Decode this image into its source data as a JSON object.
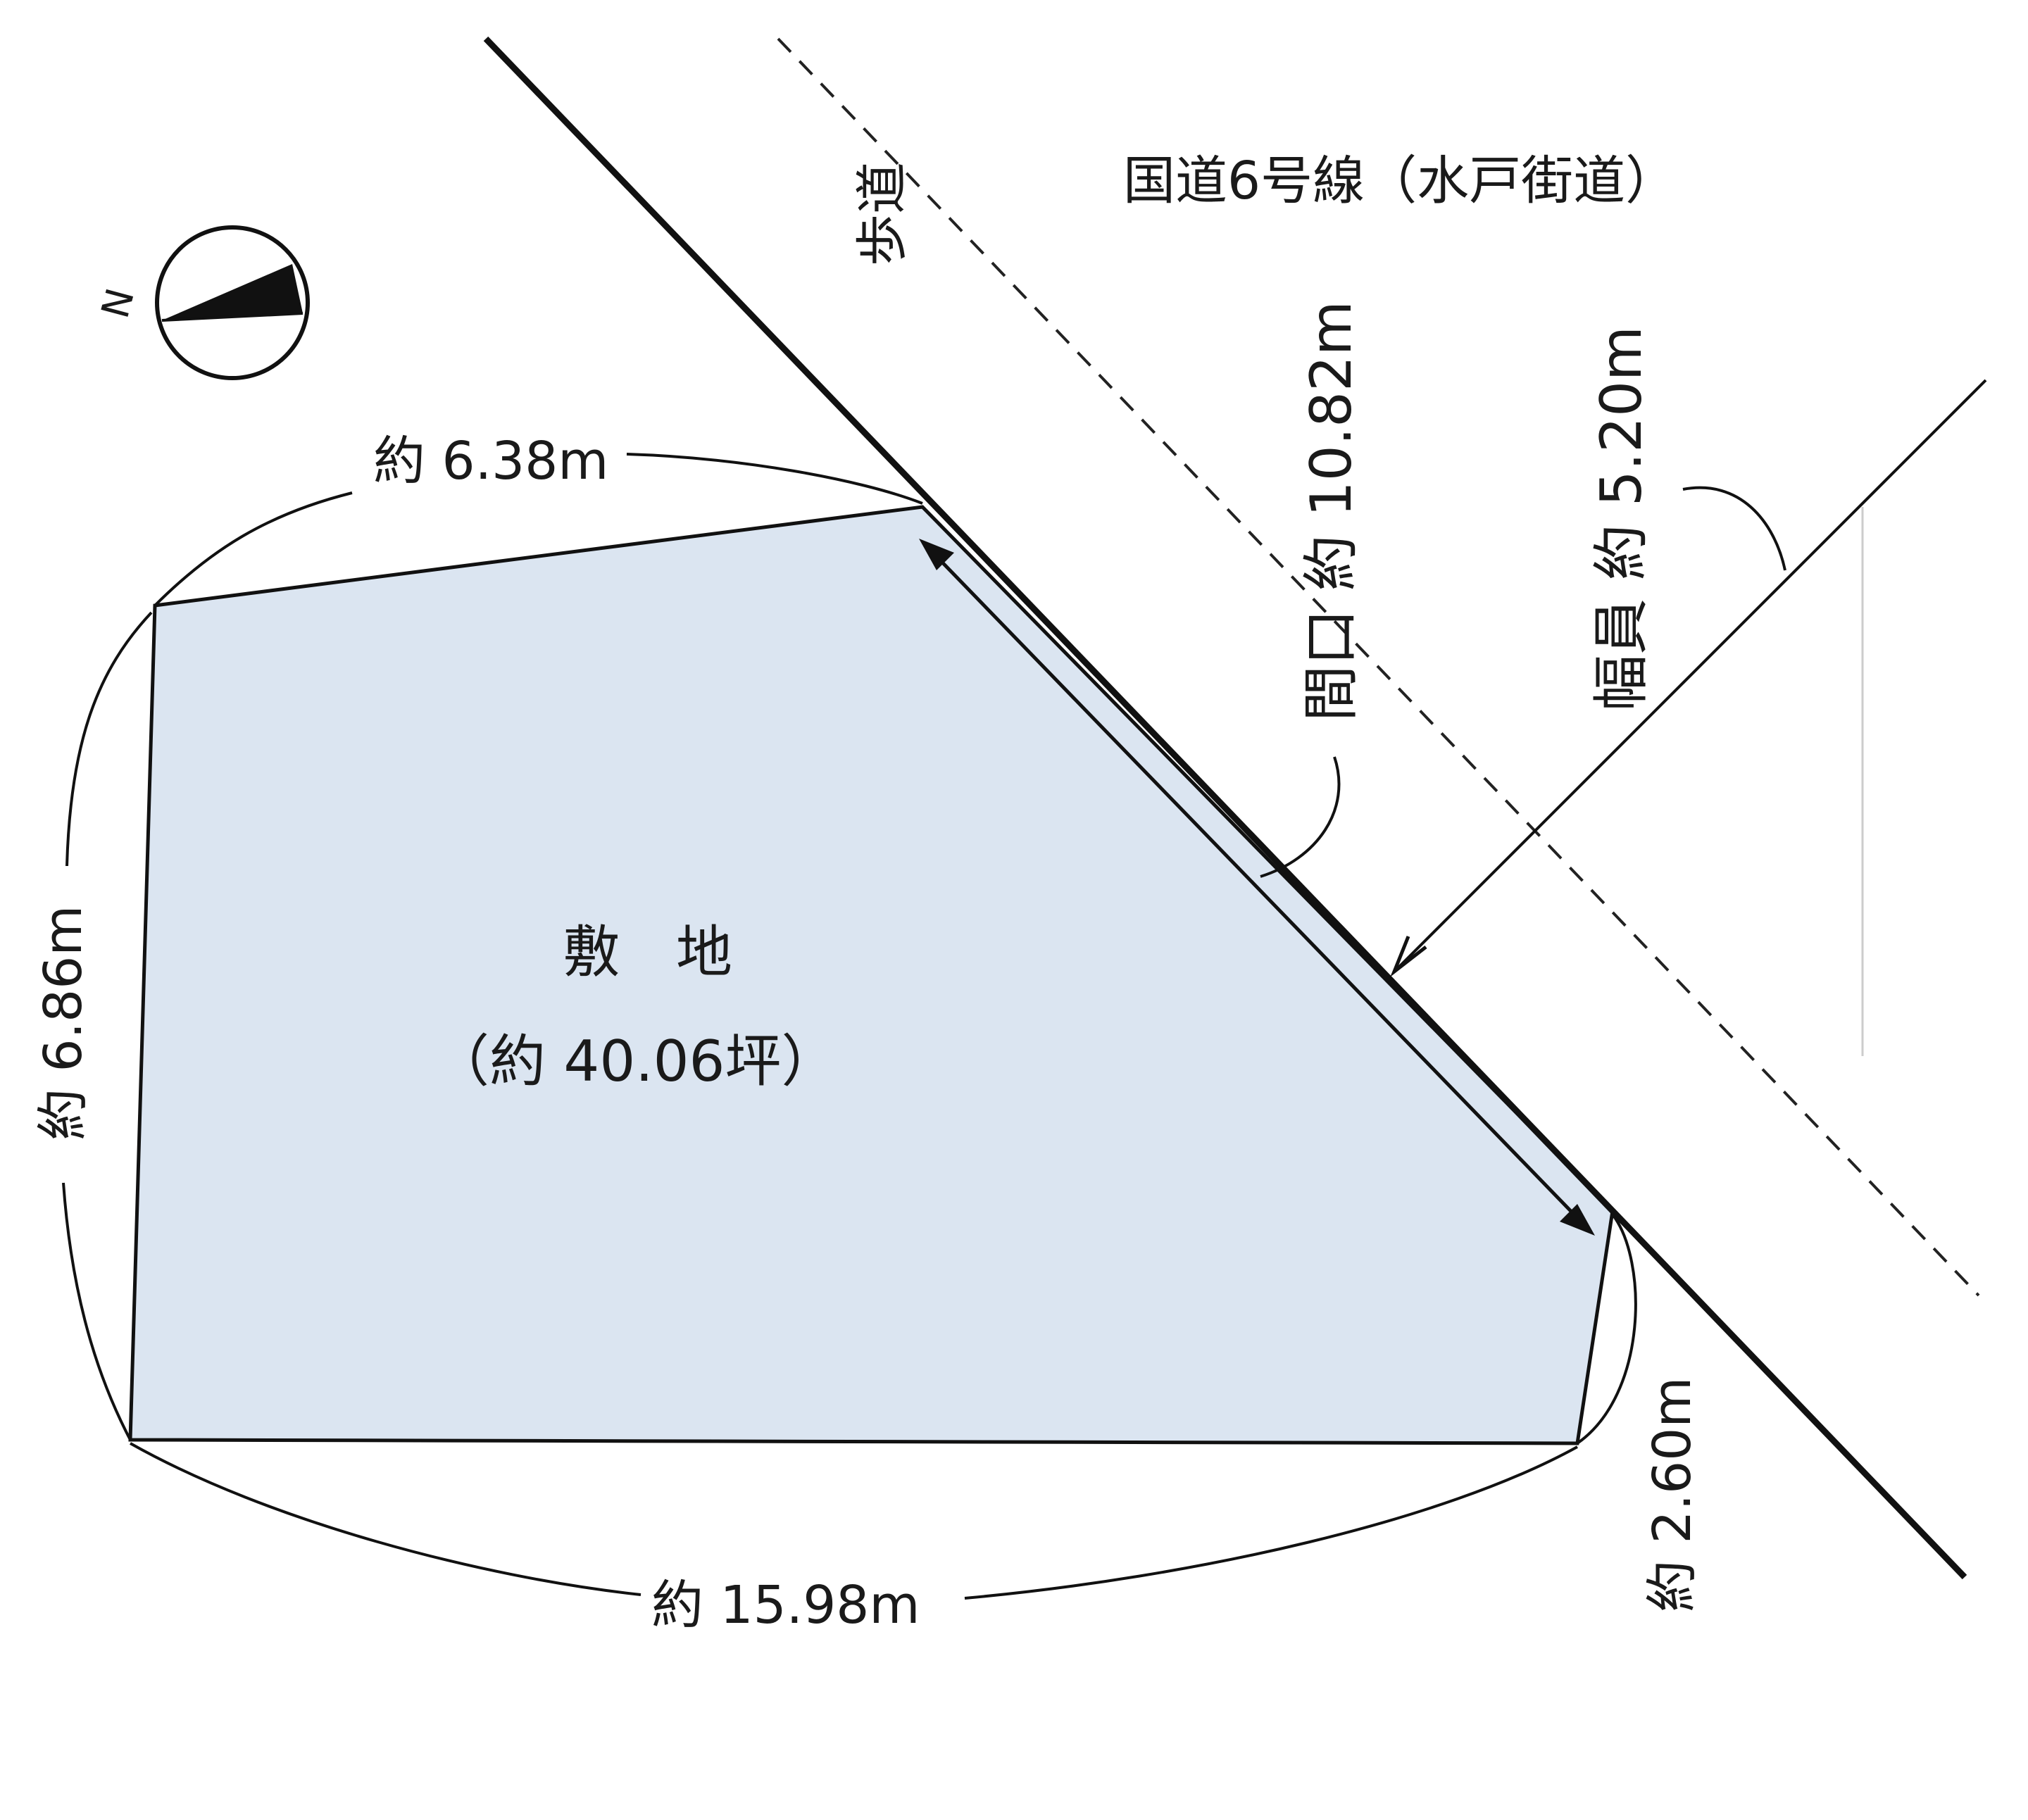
{
  "road": {
    "name": "国道6号線（水戸街道）",
    "sidewalk": "歩道",
    "frontage": "間口 約 10.82m",
    "width": "幅員 約 5.20m"
  },
  "site": {
    "title": "敷　地",
    "area": "（約 40.06坪）"
  },
  "dimensions": {
    "top": "約 6.38m",
    "left": "約 6.86m",
    "bottom": "約 15.98m",
    "right": "約 2.60m"
  },
  "compass": {
    "north_label": "N",
    "icon": "north-arrow-icon"
  },
  "colors": {
    "site_fill": "#dbe5f1",
    "line": "#111111"
  }
}
